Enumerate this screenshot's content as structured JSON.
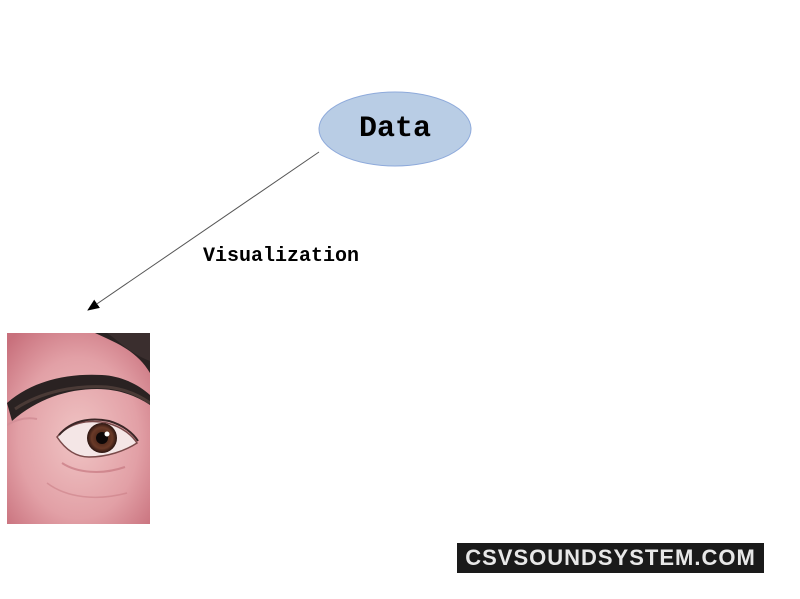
{
  "diagram": {
    "nodes": [
      {
        "id": "data",
        "label": "Data",
        "shape": "ellipse",
        "fill": "#b9cde5",
        "stroke": "#8eaadb"
      }
    ],
    "edges": [
      {
        "from": "data",
        "to": "photo",
        "label": "Visualization",
        "color": "#555555"
      }
    ]
  },
  "photo": {
    "subject": "close-up eye and eyebrow photo",
    "skin_color": "#e2a0a6",
    "hair_color": "#2a2222"
  },
  "watermark": {
    "text": "CSVSOUNDSYSTEM.COM",
    "background": "#1a1a1a"
  }
}
